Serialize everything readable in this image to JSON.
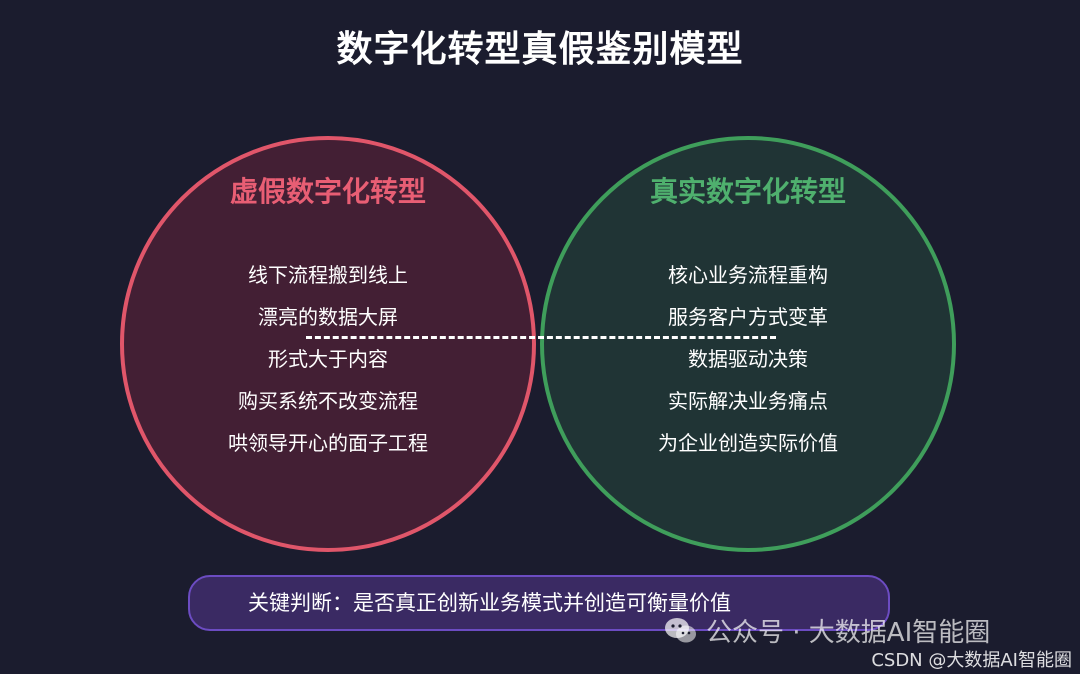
{
  "title": "数字化转型真假鉴别模型",
  "fake": {
    "heading": "虚假数字化转型",
    "items": [
      "线下流程搬到线上",
      "漂亮的数据大屏",
      "形式大于内容",
      "购买系统不改变流程",
      "哄领导开心的面子工程"
    ],
    "color": "#e0566a"
  },
  "real": {
    "heading": "真实数字化转型",
    "items": [
      "核心业务流程重构",
      "服务客户方式变革",
      "数据驱动决策",
      "实际解决业务痛点",
      "为企业创造实际价值"
    ],
    "color": "#3f9e5b"
  },
  "judgment": "关键判断：是否真正创新业务模式并创造可衡量价值",
  "watermark": {
    "icon": "wechat-icon",
    "text": "公众号 · 大数据AI智能圈"
  },
  "credit": "CSDN @大数据AI智能圈"
}
